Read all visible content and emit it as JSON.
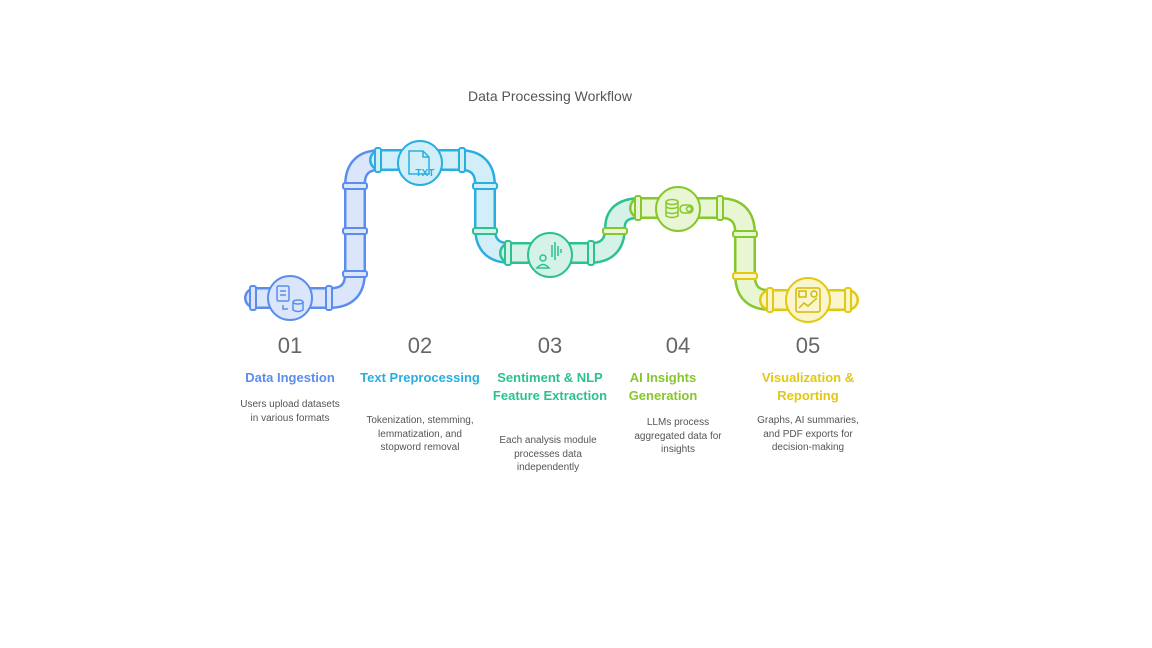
{
  "title": "Data Processing Workflow",
  "steps": [
    {
      "number": "01",
      "title": "Data Ingestion",
      "description": "Users upload datasets in various formats",
      "color": "#5b8def",
      "light": "#dbe6fb",
      "icon": "document-database-icon"
    },
    {
      "number": "02",
      "title": "Text Preprocessing",
      "description": "Tokenization, stemming, lemmatization, and stopword removal",
      "color": "#29aee0",
      "light": "#d2eef9",
      "icon": "txt-file-icon"
    },
    {
      "number": "03",
      "title": "Sentiment & NLP Feature Extraction",
      "description": "Each analysis module processes data independently",
      "color": "#2cc191",
      "light": "#d4f2e7",
      "icon": "sound-wave-person-icon"
    },
    {
      "number": "04",
      "title": "AI Insights Generation",
      "description": "LLMs process aggregated data for insights",
      "color": "#86c72c",
      "light": "#e9f6d3",
      "icon": "database-toggle-icon"
    },
    {
      "number": "05",
      "title": "Visualization & Reporting",
      "description": "Graphs, AI summaries, and PDF exports for decision-making",
      "color": "#e2c812",
      "light": "#fbf5cc",
      "icon": "dashboard-chart-icon"
    }
  ]
}
